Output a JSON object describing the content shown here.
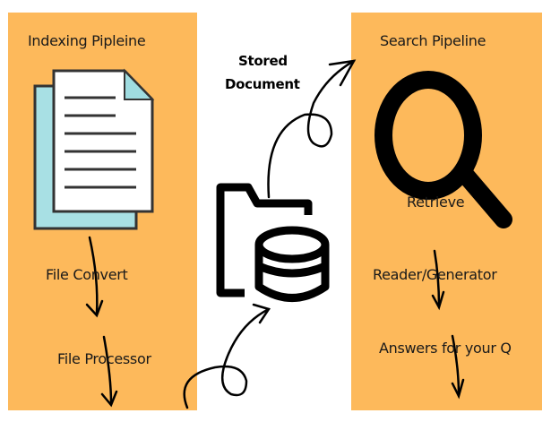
{
  "indexing": {
    "title": "Indexing Pipleine",
    "steps": [
      "File Convert",
      "File Processor"
    ]
  },
  "storage": {
    "label_line1": "Stored",
    "label_line2": "Document"
  },
  "search": {
    "title": "Search Pipeline",
    "steps": [
      "Retrieve",
      "Reader/Generator",
      "Answers for your Q"
    ]
  },
  "colors": {
    "panel": "#FDB95B",
    "doc_back": "#A8E0E4",
    "ink": "#000000"
  }
}
